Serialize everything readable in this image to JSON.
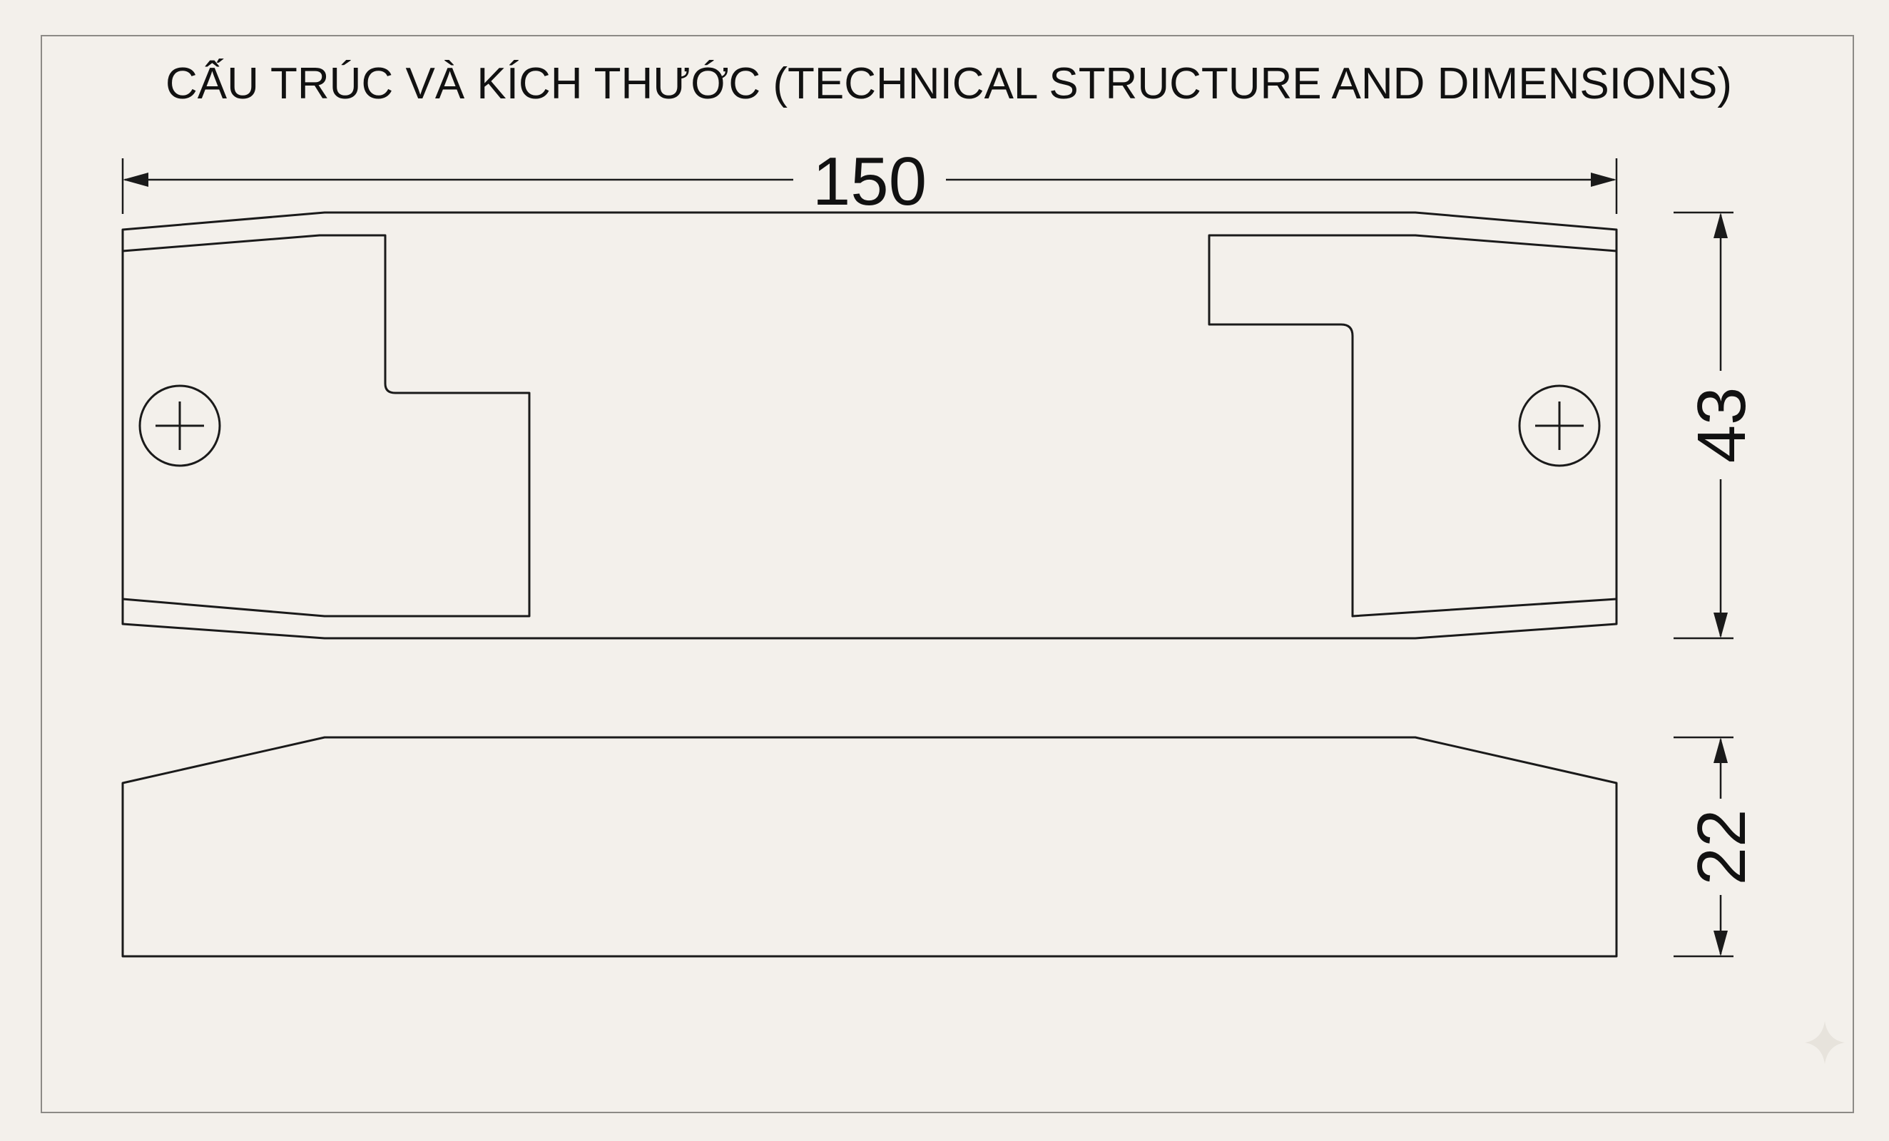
{
  "title": "CẤU TRÚC VÀ KÍCH THƯỚC (TECHNICAL STRUCTURE AND DIMENSIONS)",
  "dimensions": {
    "length": "150",
    "width": "43",
    "height": "22"
  },
  "colors": {
    "background": "#f3f0eb",
    "ink": "#1a1a1a",
    "frame": "#8c8a86"
  }
}
